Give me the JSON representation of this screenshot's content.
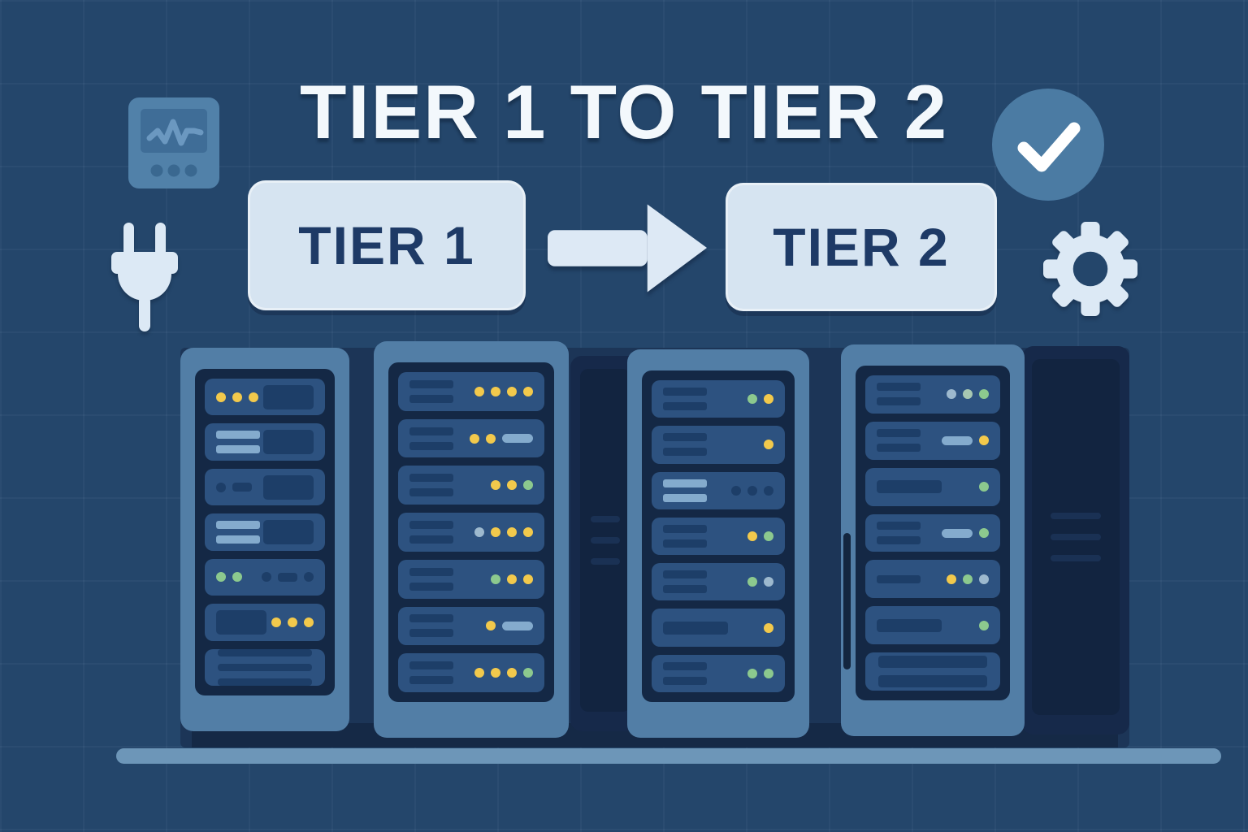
{
  "title": "TIER 1 TO TIER 2",
  "tier1_label": "TIER 1",
  "tier2_label": "TIER 2",
  "icons": [
    "monitor-icon",
    "power-plug-icon",
    "arrow-right-icon",
    "check-icon",
    "gear-icon"
  ],
  "colors": {
    "background": "#24466b",
    "backdrop": "#1c3557",
    "panel_light": "#d6e4f1",
    "label_text": "#1e3a66",
    "icon_light": "#dce9f5",
    "check_circle": "#4b7ba3",
    "rack_frame": "#527ea6",
    "rack_inner": "#142845",
    "unit": "#2d5280",
    "slot_dark": "#1d3e68",
    "bar_light": "#84abcd",
    "led_yellow": "#f2c94c",
    "led_green": "#8cc98e",
    "led_blue": "#9db9ce",
    "floor": "#6d96b8"
  },
  "racks": [
    {
      "name": "rack-1",
      "units": [
        {
          "left": [
            {
              "t": "dot",
              "c": "yellow"
            },
            {
              "t": "dot",
              "c": "yellow"
            },
            {
              "t": "dot",
              "c": "yellow"
            }
          ],
          "right": [
            {
              "t": "slot"
            }
          ]
        },
        {
          "left": [
            {
              "t": "bar",
              "c": "light"
            },
            {
              "t": "bar",
              "c": "light"
            }
          ],
          "right": [
            {
              "t": "slot"
            }
          ]
        },
        {
          "left": [
            {
              "t": "dot",
              "c": "dark"
            },
            {
              "t": "dash"
            }
          ],
          "right": [
            {
              "t": "slot"
            }
          ]
        },
        {
          "left": [
            {
              "t": "bar",
              "c": "light"
            },
            {
              "t": "bar",
              "c": "light"
            }
          ],
          "right": [
            {
              "t": "slot"
            }
          ]
        },
        {
          "left": [
            {
              "t": "dot",
              "c": "green"
            },
            {
              "t": "dot",
              "c": "green"
            }
          ],
          "right": [
            {
              "t": "dot",
              "c": "dark"
            },
            {
              "t": "dash"
            },
            {
              "t": "dot",
              "c": "dark"
            }
          ]
        },
        {
          "left": [
            {
              "t": "slot"
            }
          ],
          "right": [
            {
              "t": "dot",
              "c": "yellow"
            },
            {
              "t": "dot",
              "c": "yellow"
            },
            {
              "t": "dot",
              "c": "yellow"
            }
          ]
        },
        {
          "vent": 3
        }
      ]
    },
    {
      "name": "rack-2",
      "units": [
        {
          "left": [
            {
              "t": "bar",
              "c": "dark"
            },
            {
              "t": "bar",
              "c": "dark"
            }
          ],
          "right": [
            {
              "t": "dot",
              "c": "yellow"
            },
            {
              "t": "dot",
              "c": "yellow"
            },
            {
              "t": "dot",
              "c": "yellow"
            },
            {
              "t": "dot",
              "c": "yellow"
            }
          ]
        },
        {
          "left": [
            {
              "t": "bar",
              "c": "dark"
            },
            {
              "t": "bar",
              "c": "dark"
            }
          ],
          "right": [
            {
              "t": "dot",
              "c": "yellow"
            },
            {
              "t": "dot",
              "c": "yellow"
            },
            {
              "t": "pill"
            }
          ]
        },
        {
          "left": [
            {
              "t": "bar",
              "c": "dark"
            },
            {
              "t": "bar",
              "c": "dark"
            }
          ],
          "right": [
            {
              "t": "dot",
              "c": "yellow"
            },
            {
              "t": "dot",
              "c": "yellow"
            },
            {
              "t": "dot",
              "c": "green"
            }
          ]
        },
        {
          "left": [
            {
              "t": "bar",
              "c": "dark"
            },
            {
              "t": "bar",
              "c": "dark"
            }
          ],
          "right": [
            {
              "t": "dot",
              "c": "blue"
            },
            {
              "t": "dot",
              "c": "yellow"
            },
            {
              "t": "dot",
              "c": "yellow"
            },
            {
              "t": "dot",
              "c": "yellow"
            }
          ]
        },
        {
          "left": [
            {
              "t": "bar",
              "c": "dark"
            },
            {
              "t": "bar",
              "c": "dark"
            }
          ],
          "right": [
            {
              "t": "dot",
              "c": "green"
            },
            {
              "t": "dot",
              "c": "yellow"
            },
            {
              "t": "dot",
              "c": "yellow"
            }
          ]
        },
        {
          "left": [
            {
              "t": "bar",
              "c": "dark"
            },
            {
              "t": "bar",
              "c": "dark"
            }
          ],
          "right": [
            {
              "t": "dot",
              "c": "yellow"
            },
            {
              "t": "pill"
            }
          ]
        },
        {
          "left": [
            {
              "t": "bar",
              "c": "dark"
            },
            {
              "t": "bar",
              "c": "dark"
            }
          ],
          "right": [
            {
              "t": "dot",
              "c": "yellow"
            },
            {
              "t": "dot",
              "c": "yellow"
            },
            {
              "t": "dot",
              "c": "yellow"
            },
            {
              "t": "dot",
              "c": "green"
            }
          ]
        }
      ]
    },
    {
      "name": "rack-3",
      "units": [
        {
          "left": [
            {
              "t": "bar",
              "c": "dark"
            },
            {
              "t": "bar",
              "c": "dark"
            }
          ],
          "right": [
            {
              "t": "dot",
              "c": "green"
            },
            {
              "t": "dot",
              "c": "yellow"
            }
          ]
        },
        {
          "left": [
            {
              "t": "bar",
              "c": "dark"
            },
            {
              "t": "bar",
              "c": "dark"
            }
          ],
          "right": [
            {
              "t": "dot",
              "c": "yellow"
            }
          ]
        },
        {
          "left": [
            {
              "t": "bar",
              "c": "light"
            },
            {
              "t": "bar",
              "c": "light"
            }
          ],
          "right": [
            {
              "t": "dot",
              "c": "dark"
            },
            {
              "t": "dot",
              "c": "dark"
            },
            {
              "t": "dot",
              "c": "dark"
            }
          ]
        },
        {
          "left": [
            {
              "t": "bar",
              "c": "dark"
            },
            {
              "t": "bar",
              "c": "dark"
            }
          ],
          "right": [
            {
              "t": "dot",
              "c": "yellow"
            },
            {
              "t": "dot",
              "c": "green"
            }
          ]
        },
        {
          "left": [
            {
              "t": "bar",
              "c": "dark"
            },
            {
              "t": "bar",
              "c": "dark"
            }
          ],
          "right": [
            {
              "t": "dot",
              "c": "green"
            },
            {
              "t": "dot",
              "c": "blue"
            }
          ]
        },
        {
          "left": [
            {
              "t": "slotw"
            }
          ],
          "right": [
            {
              "t": "dot",
              "c": "yellow"
            }
          ]
        },
        {
          "left": [
            {
              "t": "bar",
              "c": "dark"
            },
            {
              "t": "bar",
              "c": "dark"
            }
          ],
          "right": [
            {
              "t": "dot",
              "c": "green"
            },
            {
              "t": "dot",
              "c": "green"
            }
          ]
        }
      ]
    },
    {
      "name": "rack-4",
      "units": [
        {
          "left": [
            {
              "t": "bar",
              "c": "dark"
            },
            {
              "t": "bar",
              "c": "dark"
            }
          ],
          "right": [
            {
              "t": "dot",
              "c": "blue"
            },
            {
              "t": "dot",
              "c": "sage"
            },
            {
              "t": "dot",
              "c": "green"
            }
          ]
        },
        {
          "left": [
            {
              "t": "bar",
              "c": "dark"
            },
            {
              "t": "bar",
              "c": "dark"
            }
          ],
          "right": [
            {
              "t": "pill"
            },
            {
              "t": "dot",
              "c": "yellow"
            }
          ]
        },
        {
          "left": [
            {
              "t": "slotw"
            }
          ],
          "right": [
            {
              "t": "dot",
              "c": "green"
            }
          ]
        },
        {
          "left": [
            {
              "t": "bar",
              "c": "dark"
            },
            {
              "t": "bar",
              "c": "dark"
            }
          ],
          "right": [
            {
              "t": "pill"
            },
            {
              "t": "dot",
              "c": "green"
            }
          ]
        },
        {
          "left": [
            {
              "t": "bar",
              "c": "dark"
            }
          ],
          "right": [
            {
              "t": "dot",
              "c": "yellow"
            },
            {
              "t": "dot",
              "c": "green"
            },
            {
              "t": "dot",
              "c": "blue"
            }
          ]
        },
        {
          "left": [
            {
              "t": "slotw"
            }
          ],
          "right": [
            {
              "t": "dot",
              "c": "green"
            }
          ]
        },
        {
          "vent": 2,
          "wide": true
        }
      ]
    }
  ]
}
